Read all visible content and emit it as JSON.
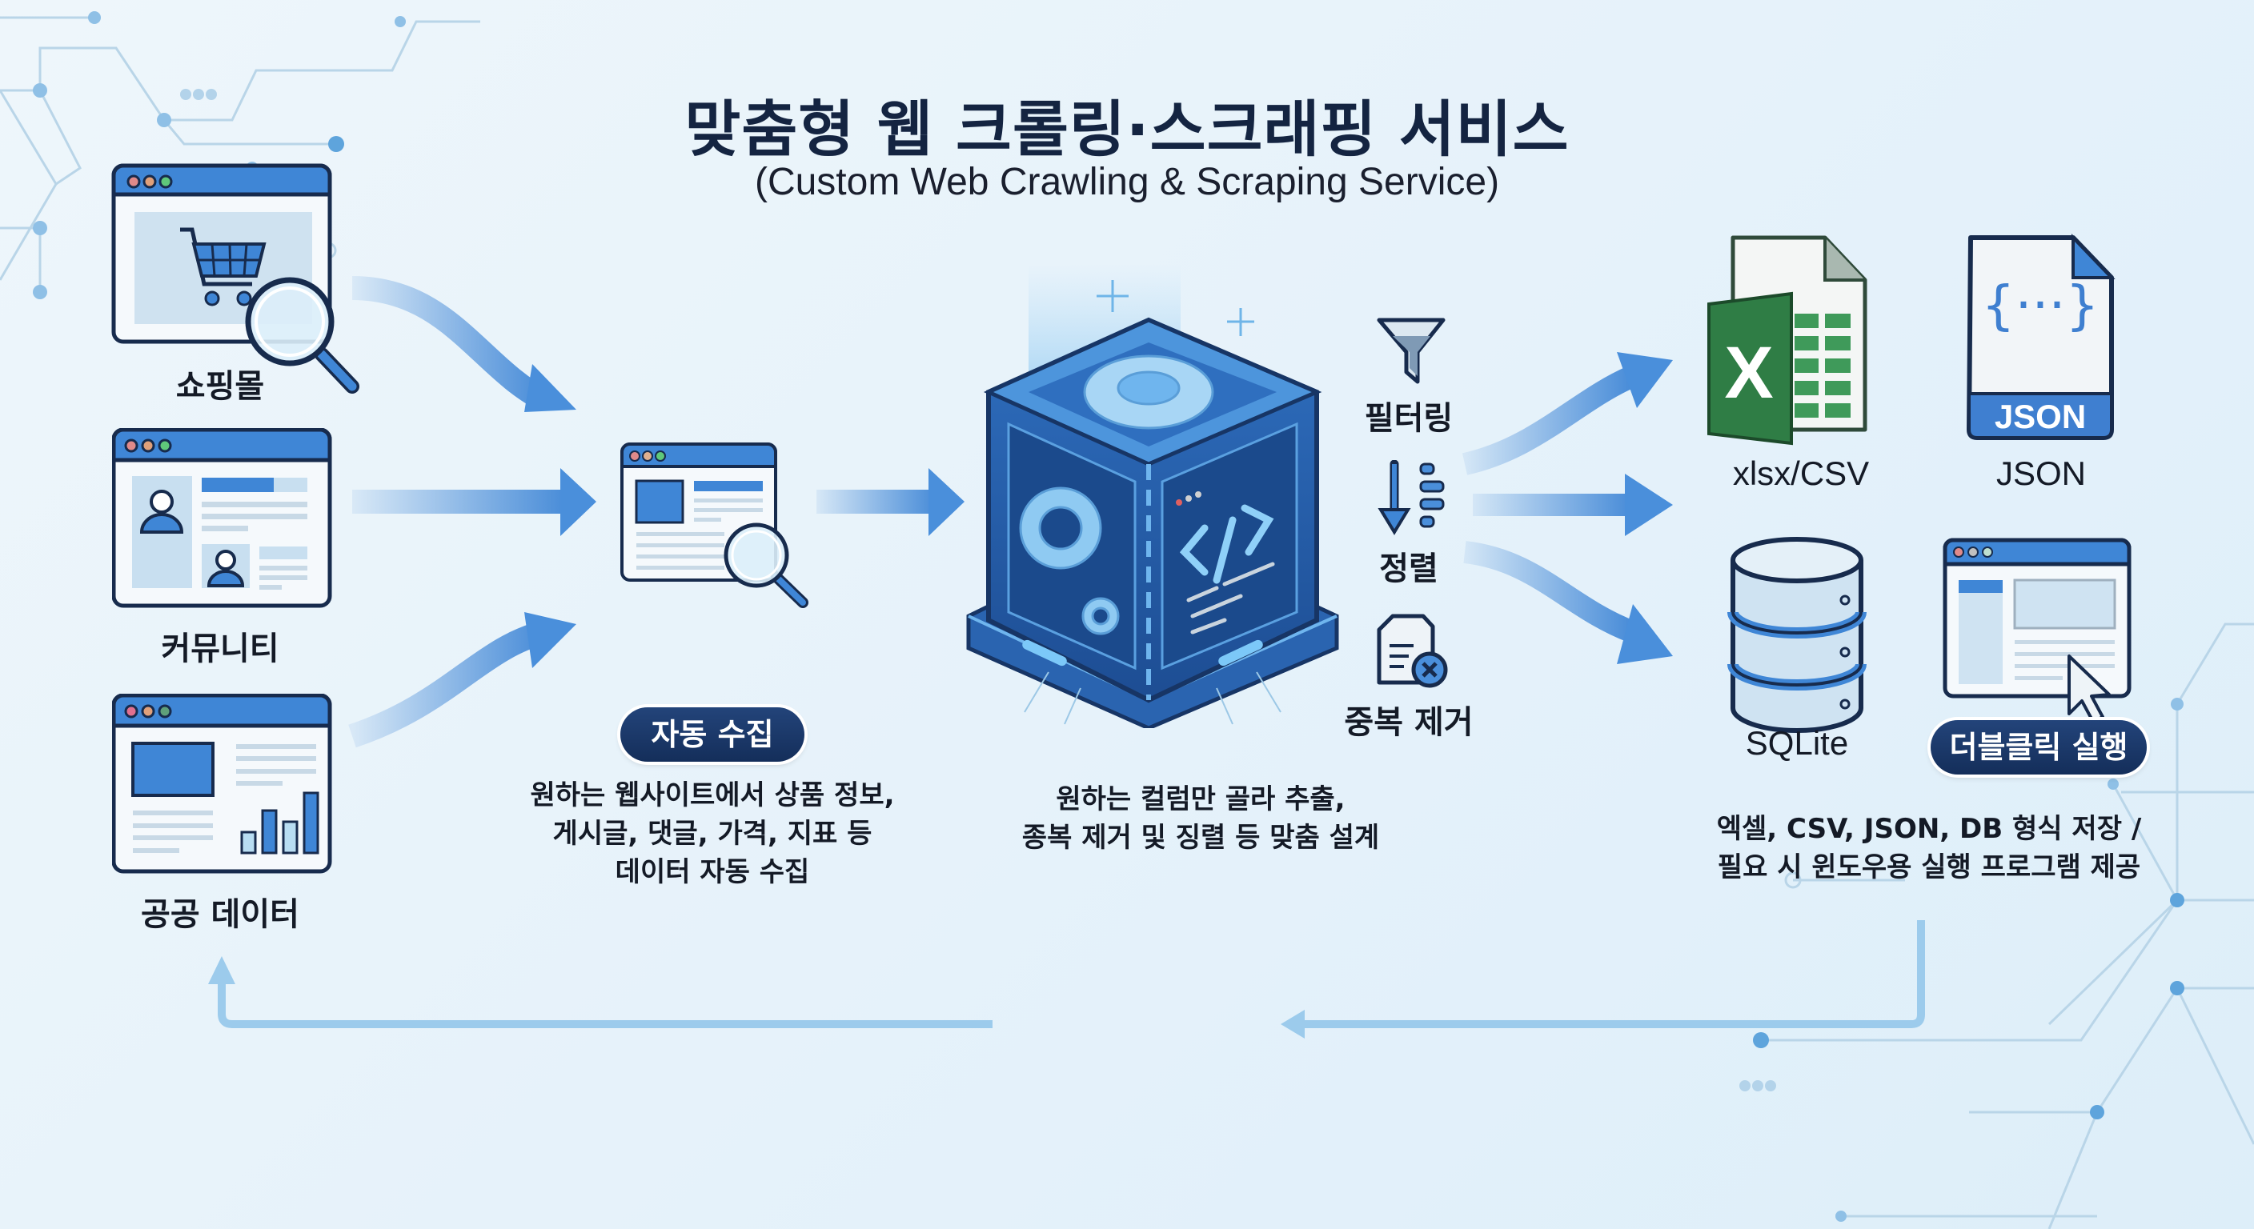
{
  "header": {
    "title": "맞춤형 웹 크롤링·스크래핑 서비스",
    "subtitle": "(Custom Web Crawling & Scraping Service)"
  },
  "sources": [
    {
      "label": "쇼핑몰",
      "icon": "shopping-cart-browser-icon"
    },
    {
      "label": "커뮤니티",
      "icon": "community-browser-icon"
    },
    {
      "label": "공공 데이터",
      "icon": "public-data-chart-browser-icon"
    }
  ],
  "collect": {
    "badge": "자동 수집",
    "description": [
      "원하는 웹사이트에서 상품 정보,",
      "게시글, 댓글, 가격, 지표 등",
      "데이터 자동 수집"
    ]
  },
  "process": {
    "steps": [
      {
        "label": "필터링",
        "icon": "funnel-icon"
      },
      {
        "label": "정렬",
        "icon": "sort-icon"
      },
      {
        "label": "중복 제거",
        "icon": "remove-duplicate-icon"
      }
    ],
    "description": [
      "원하는 컬럼만 골라 추출,",
      "종복 제거 및 징렬 등 맞춤 설계"
    ]
  },
  "outputs": {
    "items": [
      {
        "label": "xlsx/CSV",
        "icon": "excel-icon"
      },
      {
        "label": "JSON",
        "icon": "json-file-icon",
        "tag": "JSON"
      },
      {
        "label": "SQLite",
        "icon": "database-icon"
      }
    ],
    "run_badge": "더블클릭 실행",
    "description": [
      "엑셀, CSV, JSON, DB 형식 저장 /",
      "필요 시 윈도우용 실행 프로그램 제공"
    ]
  },
  "colors": {
    "accent": "#3f86d6",
    "navy": "#142e5a",
    "excel_green": "#2f7d45"
  }
}
